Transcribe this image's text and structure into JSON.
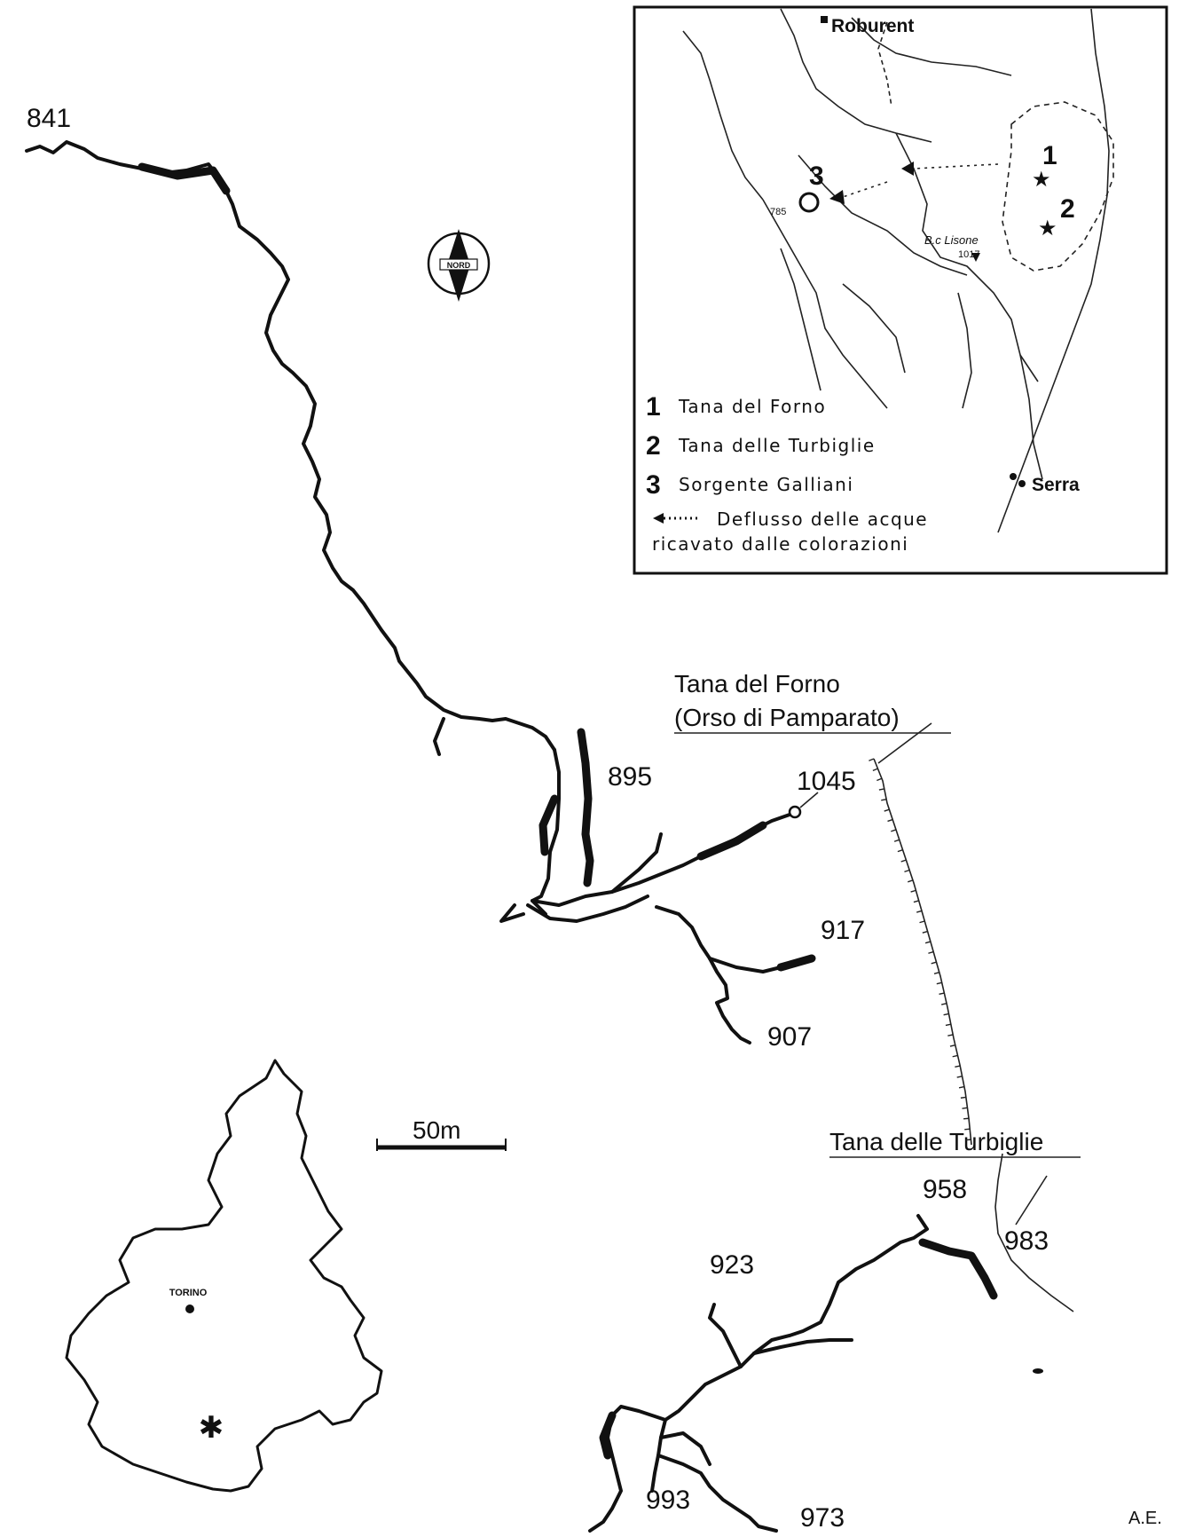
{
  "elevations": {
    "e841": "841",
    "e895": "895",
    "e1045": "1045",
    "e917": "917",
    "e907": "907",
    "e958": "958",
    "e983": "983",
    "e923": "923",
    "e993": "993",
    "e973": "973"
  },
  "caves": {
    "forno_line1": "Tana del Forno",
    "forno_line2": "(Orso di Pamparato)",
    "turbiglie": "Tana delle Turbiglie"
  },
  "scale_bar": {
    "label": "50m"
  },
  "north_arrow": {
    "label": "NORD"
  },
  "inset": {
    "roburent": "Roburent",
    "serra": "Serra",
    "bric_lisone": "B.c Lisone",
    "bric_lisone_elev": "1017",
    "spring_elev": "785",
    "legend": [
      {
        "num": "1",
        "text": "Tana del Forno"
      },
      {
        "num": "2",
        "text": "Tana delle Turbiglie"
      },
      {
        "num": "3",
        "text": "Sorgente Galliani"
      }
    ],
    "flow_line1": "Deflusso delle acque",
    "flow_line2": "ricavato dalle colorazioni"
  },
  "region": {
    "city": "TORINO"
  },
  "author": "A.E."
}
